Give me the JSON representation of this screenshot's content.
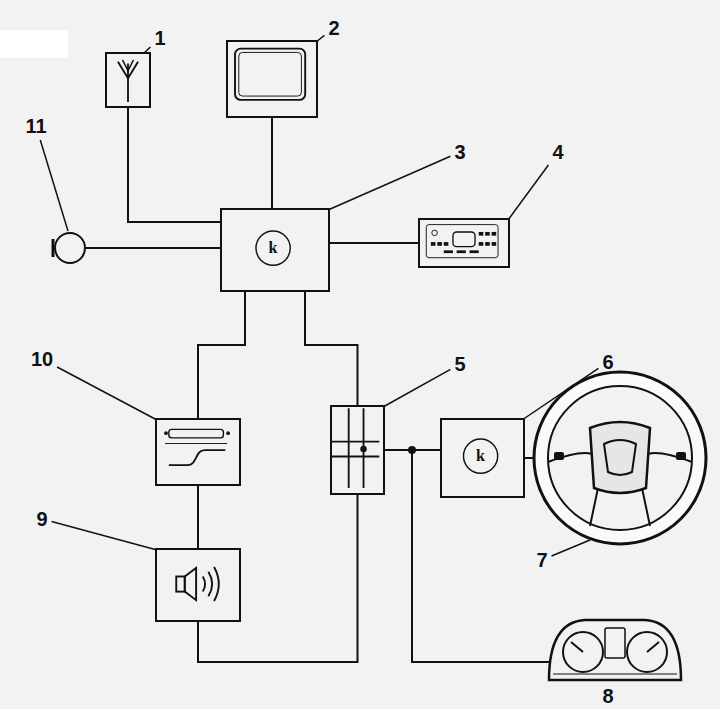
{
  "diagram": {
    "nodes": [
      {
        "text": [
          "1"
        ]
      },
      {
        "text": [
          "2"
        ]
      },
      {
        "text": [
          "11"
        ]
      },
      {
        "text": [
          "3",
          "k"
        ]
      },
      {
        "text": [
          "4"
        ]
      },
      {
        "text": [
          "10"
        ]
      },
      {
        "text": [
          "5"
        ]
      },
      {
        "text": [
          "6",
          "k"
        ]
      },
      {
        "text": [
          "7"
        ]
      },
      {
        "text": [
          "9"
        ]
      },
      {
        "text": [
          "8"
        ]
      }
    ],
    "edges": [
      {
        "from": 0,
        "to": 3,
        "arrow": "none"
      },
      {
        "from": 1,
        "to": 3,
        "arrow": "none"
      },
      {
        "from": 2,
        "to": 3,
        "arrow": "none"
      },
      {
        "from": 3,
        "to": 4,
        "arrow": "none"
      },
      {
        "from": 3,
        "to": 5,
        "arrow": "none"
      },
      {
        "from": 3,
        "to": 6,
        "arrow": "none"
      },
      {
        "from": 5,
        "to": 9,
        "arrow": "none"
      },
      {
        "from": 6,
        "to": 9,
        "arrow": "none"
      },
      {
        "from": 6,
        "to": 7,
        "arrow": "none"
      },
      {
        "from": 6,
        "to": 10,
        "arrow": "none"
      },
      {
        "from": 7,
        "to": 8,
        "arrow": "none"
      }
    ]
  }
}
